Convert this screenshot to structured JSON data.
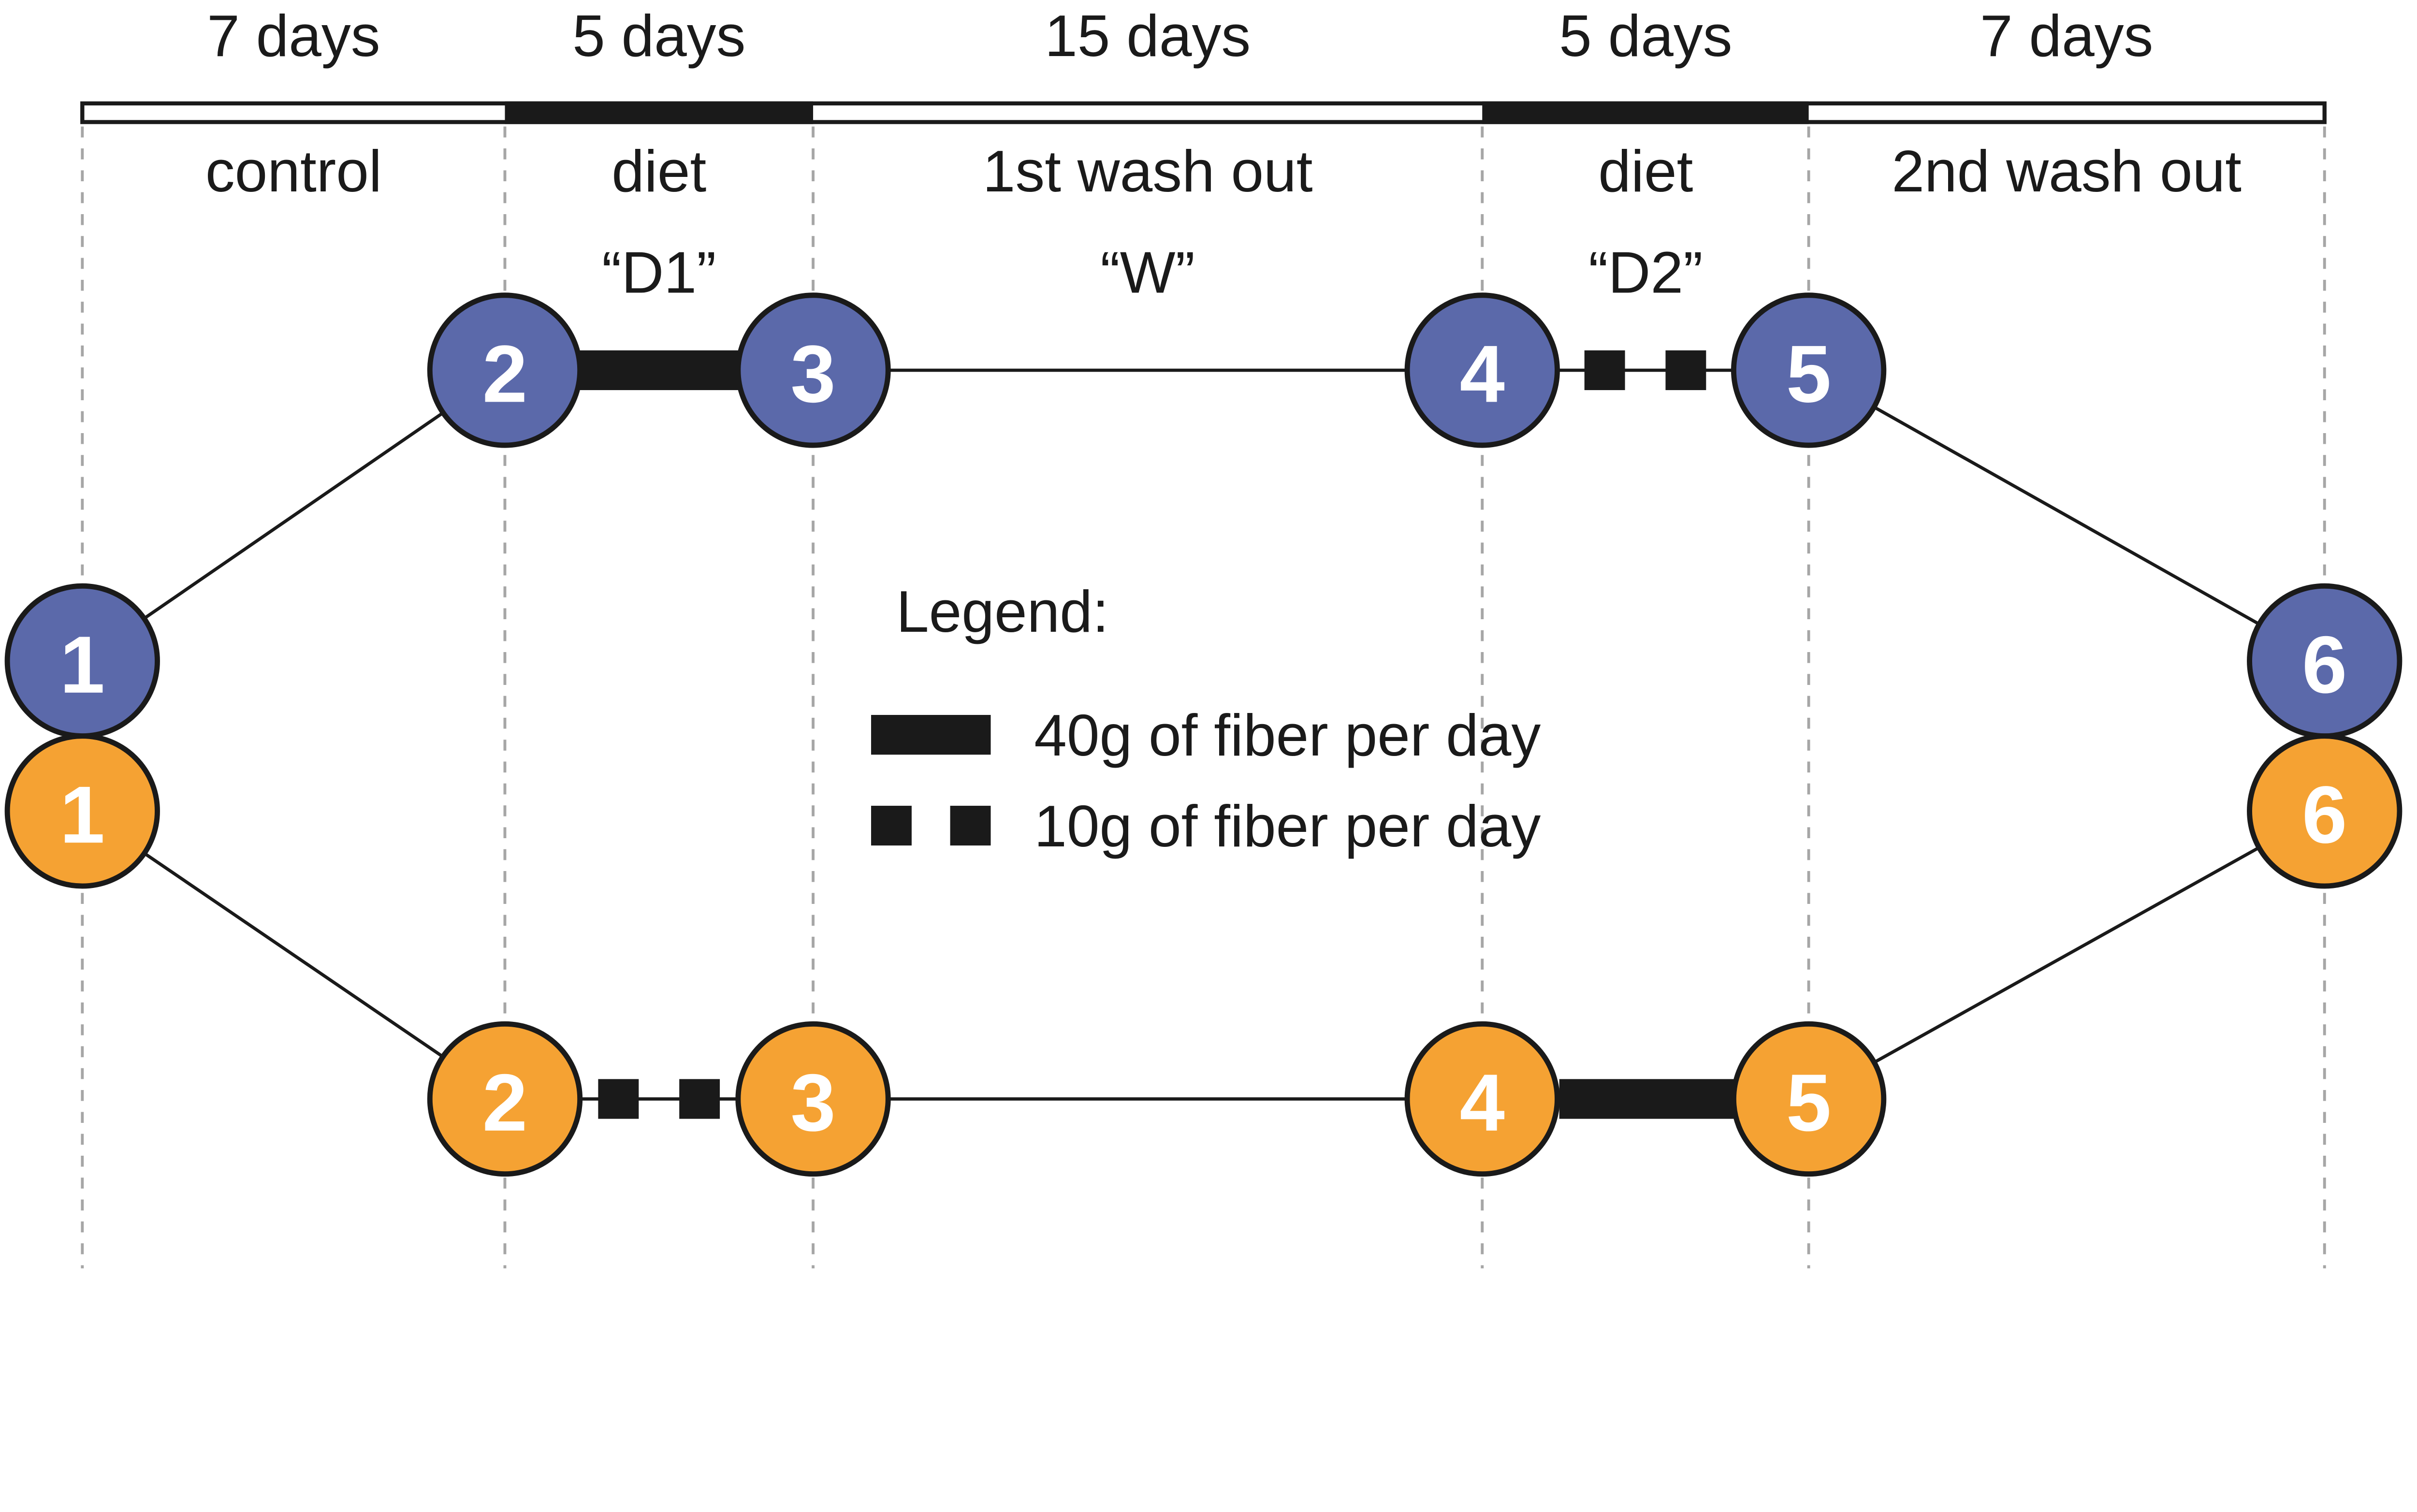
{
  "figure": {
    "colors": {
      "blue_arm": "#5B69AA",
      "orange_arm": "#F5A233",
      "ink": "#1A1A1A",
      "grid": "#A6A6A6"
    },
    "timeline": {
      "phases": [
        {
          "duration": "7 days",
          "label": "control",
          "code": ""
        },
        {
          "duration": "5 days",
          "label": "diet",
          "code": "“D1”"
        },
        {
          "duration": "15 days",
          "label": "1st wash out",
          "code": "“W”"
        },
        {
          "duration": "5 days",
          "label": "diet",
          "code": "“D2”"
        },
        {
          "duration": "7 days",
          "label": "2nd wash out",
          "code": ""
        }
      ]
    },
    "arms": {
      "blue": {
        "visits": [
          "1",
          "2",
          "3",
          "4",
          "5",
          "6"
        ]
      },
      "orange": {
        "visits": [
          "1",
          "2",
          "3",
          "4",
          "5",
          "6"
        ]
      }
    },
    "legend": {
      "title": "Legend:",
      "items": [
        {
          "marker": "solid-bar-icon",
          "label": "40g of fiber per day"
        },
        {
          "marker": "split-bar-icon",
          "label": "10g of fiber per day"
        }
      ]
    }
  }
}
